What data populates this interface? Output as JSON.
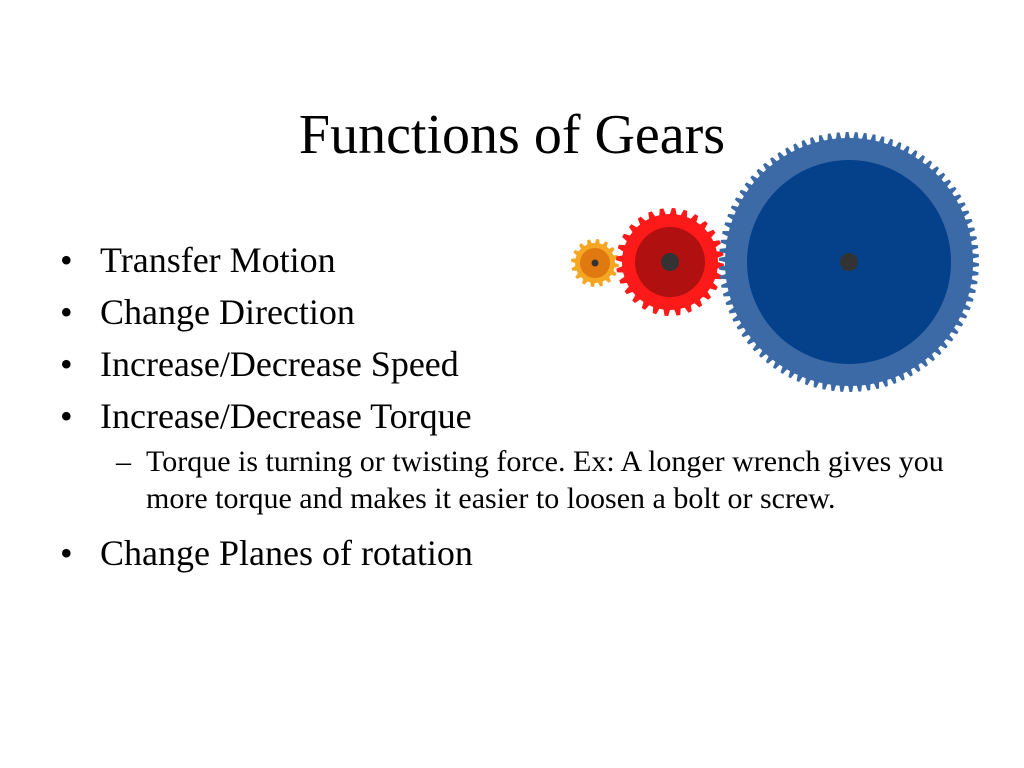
{
  "slide": {
    "title": "Functions of Gears",
    "bullets": [
      {
        "marker": "•",
        "text": "Transfer Motion"
      },
      {
        "marker": "•",
        "text": "Change Direction"
      },
      {
        "marker": "•",
        "text": "Increase/Decrease Speed"
      },
      {
        "marker": "•",
        "text": "Increase/Decrease Torque"
      },
      {
        "marker": "•",
        "text": "Change Planes of rotation"
      }
    ],
    "sub_bullets": [
      {
        "marker": "–",
        "text": "Torque is turning or twisting force.  Ex: A longer wrench gives you more torque and makes it easier to loosen a bolt or screw."
      }
    ]
  },
  "gears": {
    "small": {
      "teeth": 16,
      "outer_color": "#F5A623",
      "inner_color": "#E07A10",
      "hub_color": "#333333"
    },
    "medium": {
      "teeth": 28,
      "outer_color": "#FF1A1A",
      "inner_color": "#B01010",
      "hub_color": "#333333"
    },
    "large": {
      "teeth": 90,
      "outer_color": "#3B6AA6",
      "inner_color": "#05408A",
      "hub_color": "#333333"
    }
  }
}
